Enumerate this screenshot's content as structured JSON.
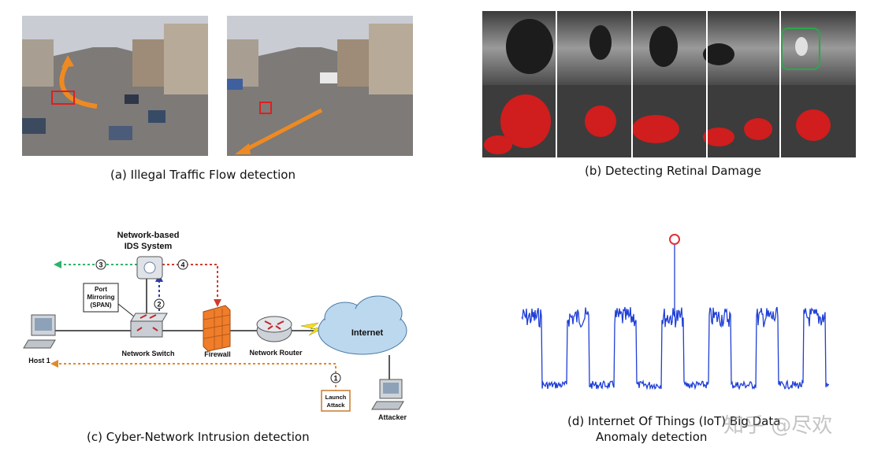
{
  "captions": {
    "a": "(a) Illegal Traffic Flow detection",
    "b": "(b) Detecting Retinal Damage",
    "c": "(c) Cyber-Network Intrusion detection",
    "d_line1": "(d) Internet Of Things (IoT) Big Data",
    "d_line2": "Anomaly detection"
  },
  "network": {
    "ids_title_1": "Network-based",
    "ids_title_2": "IDS System",
    "port_mirroring_1": "Port",
    "port_mirroring_2": "Mirroring",
    "port_mirroring_3": "(SPAN)",
    "host": "Host 1",
    "switch": "Network Switch",
    "firewall": "Firewall",
    "router": "Network Router",
    "internet": "Internet",
    "attacker": "Attacker",
    "launch_attack_1": "Launch",
    "launch_attack_2": "Attack",
    "step1": "1",
    "step2": "2",
    "step3": "3",
    "step4": "4"
  },
  "watermark": "知乎 @尽欢",
  "colors": {
    "signal": "#1f3fd6",
    "anomaly_circle": "#e0303a",
    "green_arrow": "#2fb36a",
    "red_arrow": "#d43a2a",
    "blue_arrow": "#2a3fa8",
    "orange_arrow": "#e08a2c",
    "firewall": "#ef7d2a",
    "box_border": "#c87a2a"
  }
}
